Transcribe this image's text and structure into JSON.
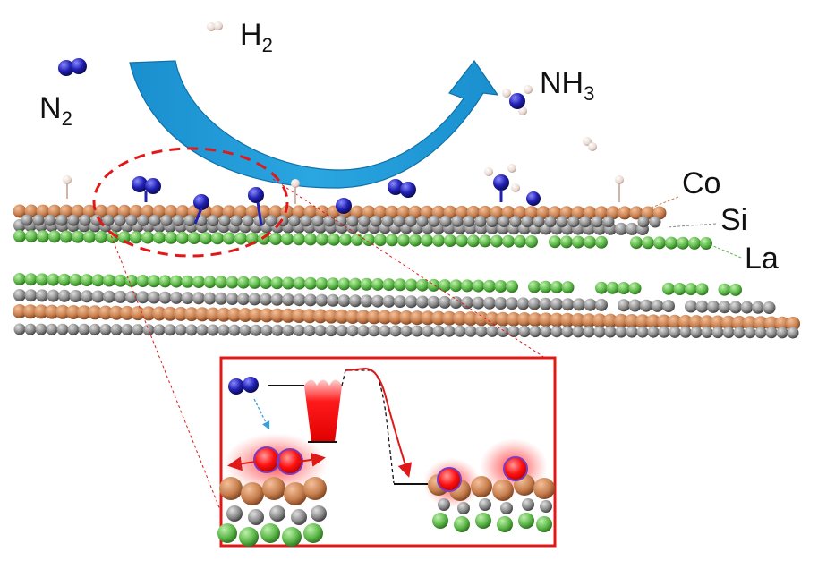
{
  "molecules": {
    "n2": {
      "base": "N",
      "sub": "2"
    },
    "h2": {
      "base": "H",
      "sub": "2"
    },
    "nh3": {
      "base": "NH",
      "sub": "3"
    }
  },
  "layers": {
    "co": "Co",
    "si": "Si",
    "la": "La"
  },
  "colors": {
    "co": "#c8804f",
    "si": "#8a8a8a",
    "la": "#5cb848",
    "n": "#2020b4",
    "h": "#eddcd6",
    "arrow": "#1e9ad6",
    "highlight": "#e01818"
  },
  "icons": [
    "curved-arrow-icon",
    "energy-profile-icon"
  ]
}
